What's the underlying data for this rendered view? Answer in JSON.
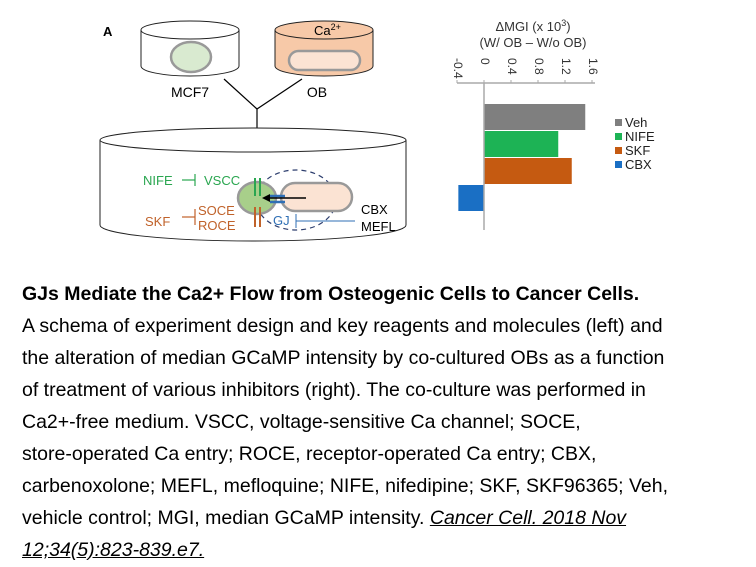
{
  "figure": {
    "panel_label": "A",
    "diagram": {
      "dish_mcf7_label": "MCF7",
      "dish_ob_label": "OB",
      "ob_ion_label": "Ca",
      "ob_ion_superscript": "2+",
      "nife": "NIFE",
      "vscc": "VSCC",
      "skf": "SKF",
      "soce": "SOCE",
      "roce": "ROCE",
      "gj": "GJ",
      "cbx": "CBX",
      "mefl": "MEFL",
      "colors": {
        "green": "#2aa650",
        "orange": "#c0622a",
        "blue": "#2f6fb5",
        "ob_fill": "#f7c9a8",
        "mcf7_fill": "#a8cf8a"
      }
    }
  },
  "chart_data": {
    "type": "bar",
    "orientation": "horizontal",
    "title": "ΔMGI (x 10",
    "title_superscript": "3",
    "title_suffix": ")",
    "subtitle": "(W/ OB – W/o OB)",
    "categories": [
      "Veh",
      "NIFE",
      "SKF",
      "CBX"
    ],
    "values": [
      1.5,
      1.1,
      1.3,
      -0.38
    ],
    "colors": [
      "#7f7f7f",
      "#1db355",
      "#c55a11",
      "#1a6fc4"
    ],
    "xlim": [
      -0.4,
      1.6
    ],
    "ticks": [
      "-0.4",
      "0",
      "0.4",
      "0.8",
      "1.2",
      "1.6"
    ],
    "tick_values": [
      -0.4,
      0,
      0.4,
      0.8,
      1.2,
      1.6
    ],
    "legend": [
      "Veh",
      "NIFE",
      "SKF",
      "CBX"
    ],
    "legend_position": "right",
    "grid": false
  },
  "caption": {
    "title": "GJs Mediate the Ca2+ Flow from Osteogenic Cells to Cancer Cells.",
    "lines": [
      "A schema of experiment design and key reagents and molecules (left) and",
      "the alteration of median GCaMP intensity by co-cultured OBs as a function",
      "of treatment of various inhibitors (right). The co-culture was performed in",
      "Ca2+-free medium. VSCC, voltage-sensitive Ca channel; SOCE,",
      "store-operated Ca entry; ROCE, receptor-operated Ca entry; CBX,",
      "carbenoxolone; MEFL, mefloquine; NIFE, nifedipine; SKF, SKF96365; Veh,",
      "vehicle control; MGI, median GCaMP intensity. "
    ],
    "citation_part1": "Cancer Cell. 2018 Nov ",
    "citation_part2": "12;34(5):823-839.e7."
  }
}
